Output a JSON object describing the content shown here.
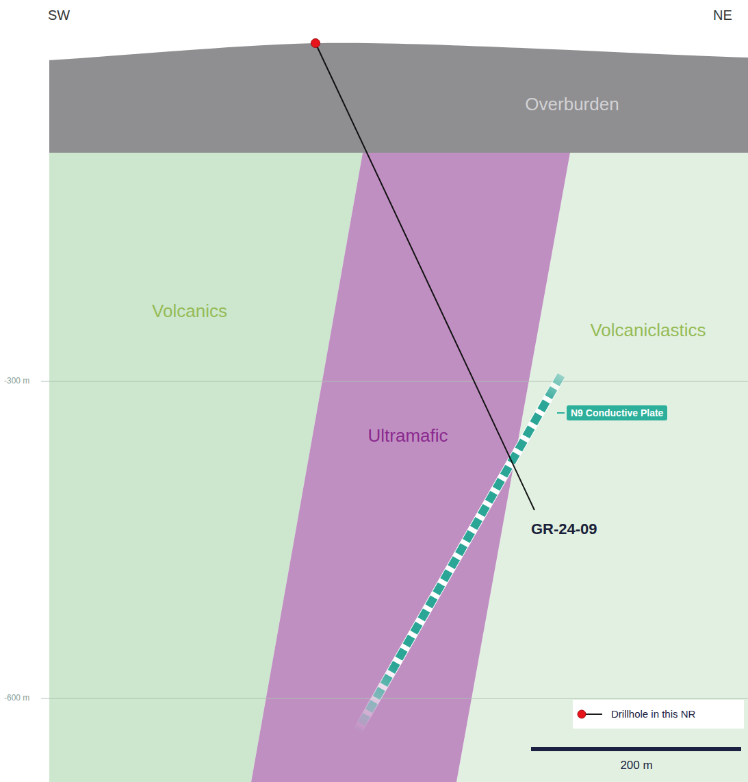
{
  "diagram": {
    "nodes": [
      {
        "text": [
          "N9 Conductive Plate"
        ]
      }
    ],
    "labels": [
      "SW",
      "NE",
      "Overburden",
      "Volcanics",
      "Volcaniclastics",
      "Ultramafic",
      "-300 m",
      "-600 m",
      "GR-24-09",
      "200 m"
    ],
    "legend": [
      {
        "text": "Drillhole in this NR"
      }
    ]
  }
}
